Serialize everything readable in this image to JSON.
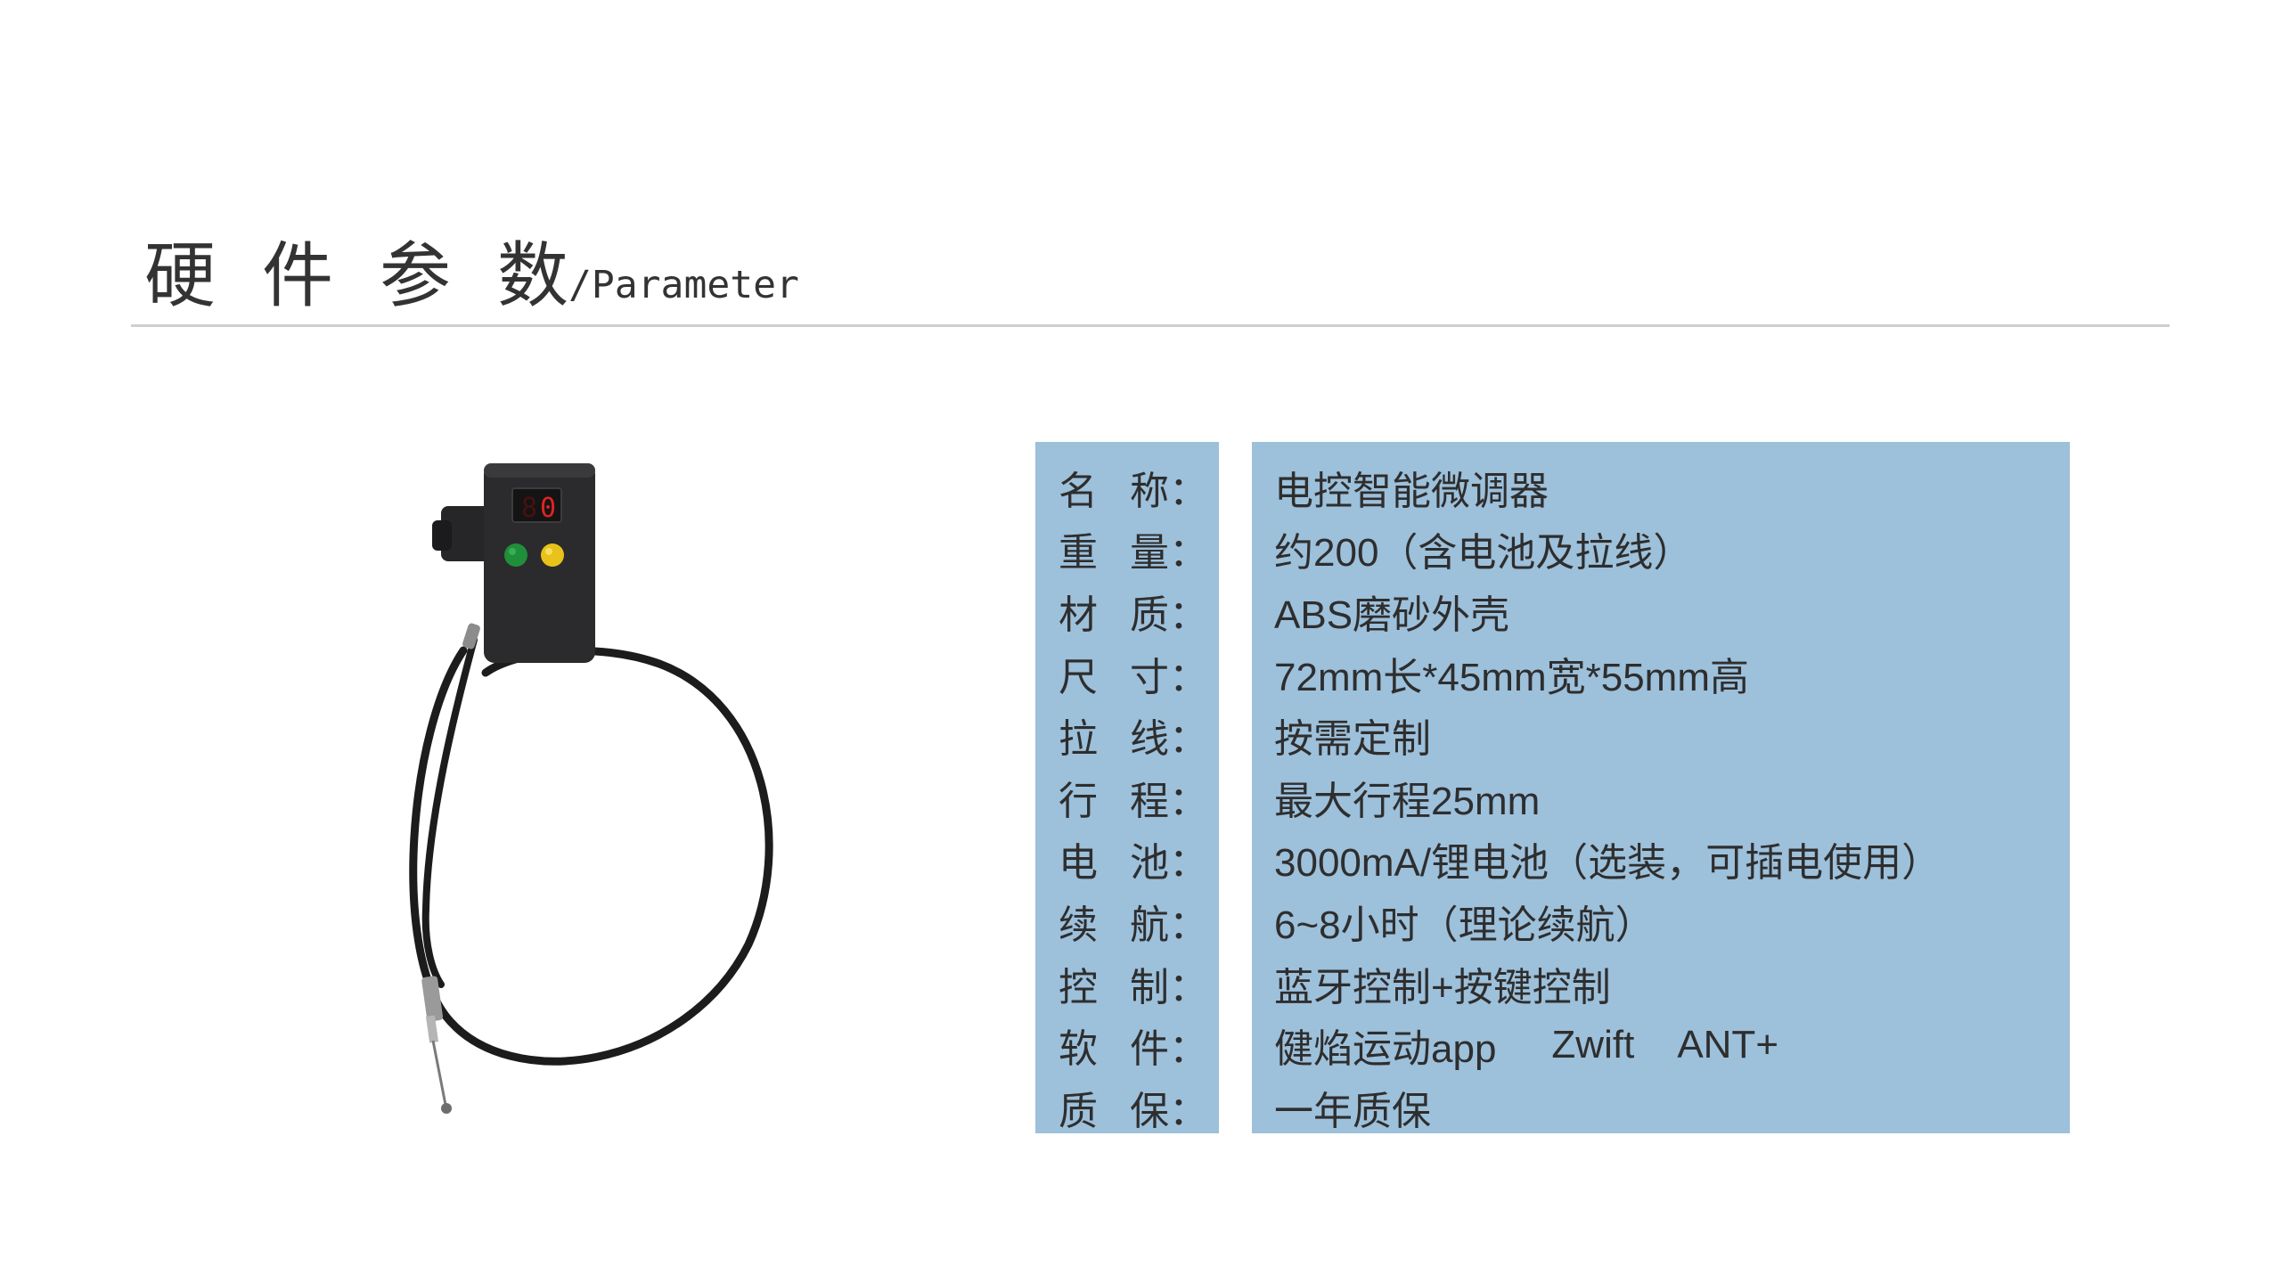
{
  "header": {
    "title_cn": "硬件参数",
    "title_en": "/Parameter"
  },
  "specs": [
    {
      "label": "名称",
      "value": "电控智能微调器"
    },
    {
      "label": "重量",
      "value": "约200（含电池及拉线）"
    },
    {
      "label": "材质",
      "value": "ABS磨砂外壳"
    },
    {
      "label": "尺寸",
      "value": "72mm长*45mm宽*55mm高"
    },
    {
      "label": "拉线",
      "value": "按需定制"
    },
    {
      "label": "行程",
      "value": "最大行程25mm"
    },
    {
      "label": "电池",
      "value": "3000mA/锂电池（选装，可插电使用）"
    },
    {
      "label": "续航",
      "value": "6~8小时（理论续航）"
    },
    {
      "label": "控制",
      "value": "蓝牙控制+按键控制"
    },
    {
      "label": "软件",
      "value_parts": [
        "健焰运动app",
        "Zwift",
        "ANT+"
      ]
    },
    {
      "label": "质保",
      "value": "一年质保"
    }
  ],
  "label_colon": "：",
  "device": {
    "display_digits": "0",
    "button_colors": [
      "#1f8f3a",
      "#e8c21a"
    ],
    "body_color": "#2b2b2d",
    "cable_color": "#1c1c1c"
  },
  "colors": {
    "panel_bg": "#9dc0db",
    "divider": "#cfcfcf",
    "text": "#333333"
  }
}
